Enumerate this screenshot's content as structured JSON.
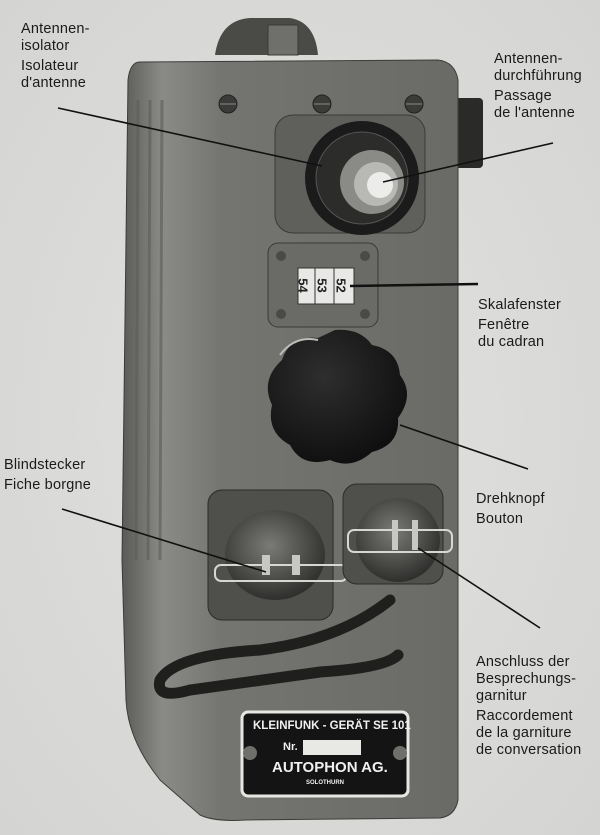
{
  "labels": {
    "antenna_insulator": {
      "de": [
        "Antennen-",
        "isolator"
      ],
      "fr": [
        "Isolateur",
        "d'antenne"
      ]
    },
    "antenna_feedthrough": {
      "de": [
        "Antennen-",
        "durchführung"
      ],
      "fr": [
        "Passage",
        "de l'antenne"
      ]
    },
    "dial_window": {
      "de": [
        "Skalafenster"
      ],
      "fr": [
        "Fenêtre",
        "du cadran"
      ]
    },
    "dummy_plug": {
      "de": [
        "Blindstecker"
      ],
      "fr": [
        "Fiche borgne"
      ]
    },
    "rotary_knob": {
      "de": [
        "Drehknopf"
      ],
      "fr": [
        "Bouton"
      ]
    },
    "headset_connection": {
      "de": [
        "Anschluss der",
        "Besprechungs-",
        "garnitur"
      ],
      "fr": [
        "Raccordement",
        "de la garniture",
        "de conversation"
      ]
    }
  },
  "dial": {
    "digits": [
      "54",
      "53",
      "52"
    ]
  },
  "nameplate": {
    "line1": "KLEINFUNK - GERÄT SE 101",
    "nr_label": "Nr.",
    "maker": "AUTOPHON AG.",
    "city": "SOLOTHURN"
  },
  "colors": {
    "background": "#d9d9d7",
    "housing": "#6f6f6c",
    "knob": "#1c1c1c",
    "plate": "#141414",
    "text": "#1a1a1a"
  }
}
